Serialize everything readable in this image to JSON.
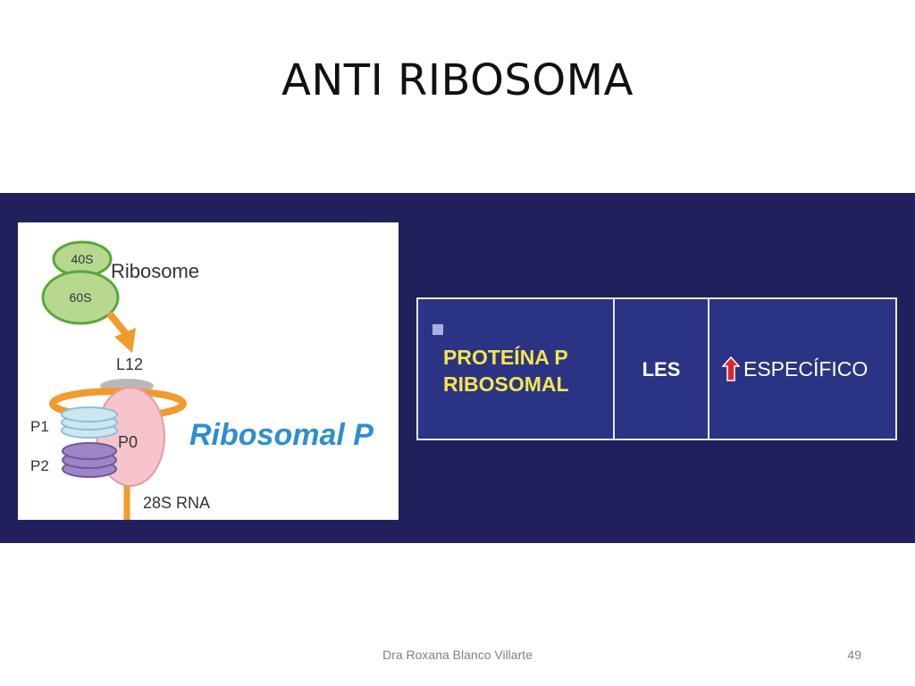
{
  "slide": {
    "title": "ANTI RIBOSOMA",
    "footer": "Dra Roxana Blanco Villarte",
    "page_number": "49"
  },
  "figure": {
    "labels": {
      "subunit_40s": "40S",
      "subunit_60s": "60S",
      "ribosome": "Ribosome",
      "l12": "L12",
      "p1": "P1",
      "p2": "P2",
      "p0": "P0",
      "rna": "28S RNA",
      "ribosomal_p": "Ribosomal P"
    }
  },
  "table": {
    "antigen": "PROTEÍNA P RIBOSOMAL",
    "disease": "LES",
    "specificity": "ESPECÍFICO",
    "arrow_icon": "up-arrow-icon",
    "colors": {
      "band": "#20205c",
      "cell": "#2b3484",
      "antigen_text": "#f4e64a",
      "arrow": "#e0262b"
    }
  }
}
